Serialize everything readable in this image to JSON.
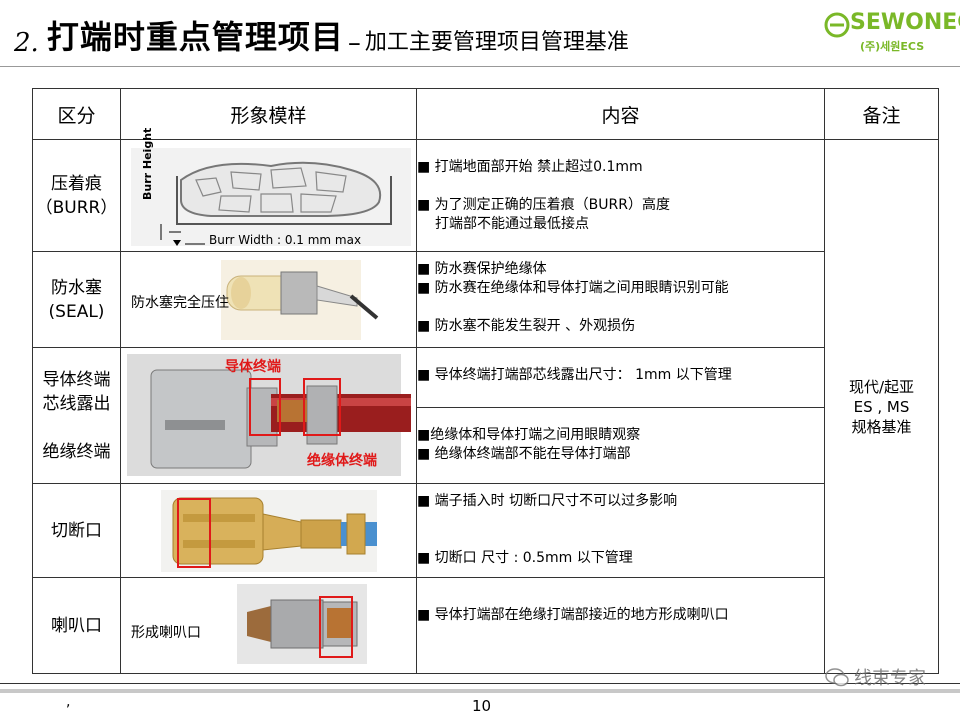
{
  "header": {
    "number": "2.",
    "title": "打端时重点管理项目",
    "dash": "–",
    "subtitle": "加工主要管理项目管理基准",
    "logo_text": "SEWONECS",
    "logo_sub": "(주)세원ECS"
  },
  "table": {
    "headers": [
      "区分",
      "形象模样",
      "内容",
      "备注"
    ],
    "rows": [
      {
        "category": [
          "压着痕",
          "（BURR）"
        ],
        "image_labels": {
          "height": "Burr Height",
          "width": "Burr Width : 0.1 mm  max"
        },
        "content_blocks": [
          [
            "■ 打端地面部开始 禁止超过0.1mm"
          ],
          [
            "■ 为了测定正确的压着痕（BURR）高度",
            "打端部不能通过最低接点"
          ]
        ]
      },
      {
        "category": [
          "防水塞",
          "(SEAL)"
        ],
        "caption": "防水塞完全压住",
        "content_blocks": [
          [
            "■ 防水赛保护绝缘体",
            "■ 防水赛在绝缘体和导体打端之间用眼睛识别可能"
          ],
          [
            "■ 防水塞不能发生裂开 、外观损伤"
          ]
        ]
      },
      {
        "category": [
          "导体终端",
          "芯线露出",
          "",
          "绝缘终端"
        ],
        "image_labels": {
          "conductor_end": "导体终端",
          "insulation_end": "绝缘体终端"
        },
        "content_top": [
          "■ 导体终端打端部芯线露出尺寸： 1mm 以下管理"
        ],
        "content_bottom": [
          "■绝缘体和导体打端之间用眼睛观察",
          "■ 绝缘体终端部不能在导体打端部"
        ]
      },
      {
        "category": [
          "切断口"
        ],
        "content_blocks": [
          [
            "■ 端子插入时 切断口尺寸不可以过多影响"
          ],
          [
            "■ 切断口 尺寸 : 0.5mm 以下管理"
          ]
        ]
      },
      {
        "category": [
          "喇叭口"
        ],
        "caption": "形成喇叭口",
        "content_blocks": [
          [
            "■ 导体打端部在绝缘打端部接近的地方形成喇叭口"
          ]
        ]
      }
    ],
    "remark": [
      "现代/起亚",
      "ES , MS",
      "规格基准"
    ]
  },
  "footer": {
    "mark": ",",
    "page": "10",
    "watermark": "线束专家"
  }
}
